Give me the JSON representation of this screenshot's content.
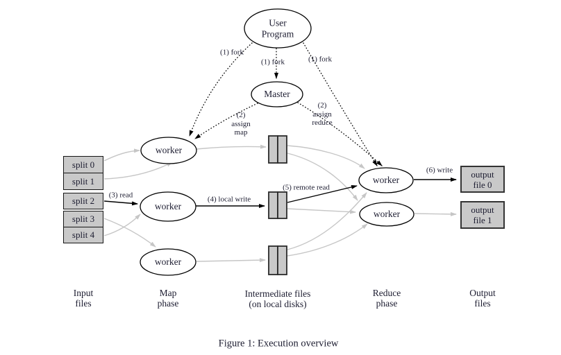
{
  "figure": {
    "caption": "Figure 1: Execution overview"
  },
  "colors": {
    "background": "#ffffff",
    "ink": "#1c1c30",
    "box_fill": "#c9c9c9",
    "box_border": "#333333",
    "arrow_gray": "#c6c6c6",
    "arrow_black": "#000000"
  },
  "nodes": {
    "user_program": "User\nProgram",
    "master": "Master",
    "map_workers": [
      "worker",
      "worker",
      "worker"
    ],
    "reduce_workers": [
      "worker",
      "worker"
    ],
    "splits": [
      "split 0",
      "split 1",
      "split 2",
      "split 3",
      "split 4"
    ],
    "outputs": [
      "output\nfile 0",
      "output\nfile 1"
    ]
  },
  "edge_labels": {
    "fork_left": "(1) fork",
    "fork_center": "(1) fork",
    "fork_right": "(1) fork",
    "assign_map": "(2)\nassign\nmap",
    "assign_reduce": "(2)\nassign\nreduce",
    "read": "(3) read",
    "local_write": "(4) local write",
    "remote_read": "(5) remote read",
    "write": "(6) write"
  },
  "column_labels": {
    "input": "Input\nfiles",
    "map": "Map\nphase",
    "intermediate": "Intermediate files\n(on local disks)",
    "reduce": "Reduce\nphase",
    "output": "Output\nfiles"
  }
}
